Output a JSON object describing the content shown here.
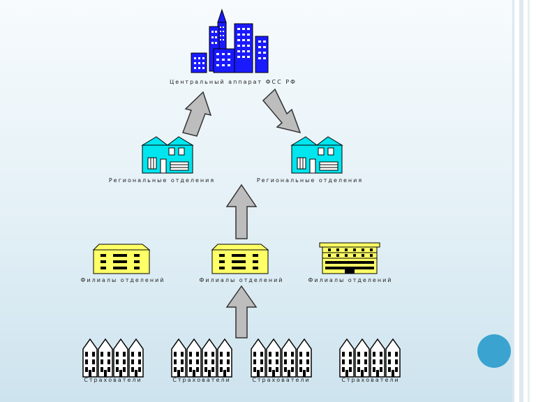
{
  "slide": {
    "bullet_glyph": "",
    "labels": {
      "central": "Центральный аппарат ФСС РФ",
      "regional_left": "Региональные отделения",
      "regional_right": "Региональные отделения",
      "branch_left": "Филиалы отделений",
      "branch_center": "Филиалы отделений",
      "branch_right": "Филиалы отделений",
      "insurer_1": "Страхователи",
      "insurer_2": "Страхователи",
      "insurer_3": "Страхователи",
      "insurer_4": "Страхователи"
    },
    "colors": {
      "skyscraper": "#1a1aff",
      "regional_house": "#00e5ee",
      "branch_building": "#ffff66",
      "arrow": "#bdbdbd",
      "nav_circle": "#3aa3cf"
    },
    "icons": {
      "central": "skyscraper-icon",
      "regional": "house-icon",
      "branch": "office-building-icon",
      "insurers": "townhouse-row-icon"
    }
  }
}
